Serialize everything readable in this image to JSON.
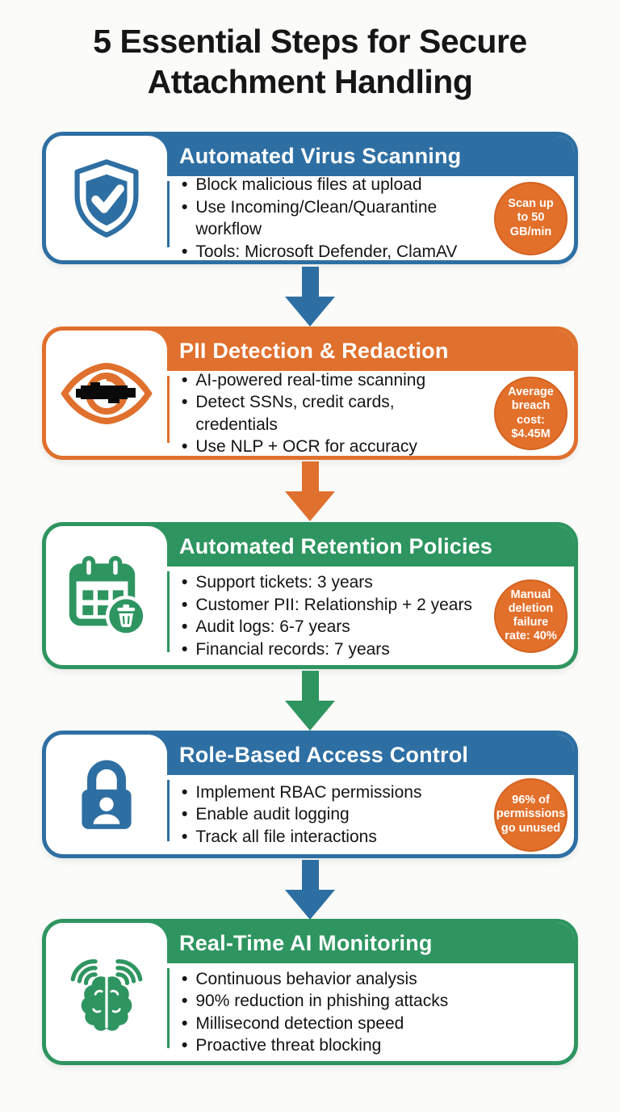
{
  "title": "5 Essential Steps for Secure Attachment Handling",
  "badge_color": "#E2702B",
  "steps": [
    {
      "title": "Automated Virus Scanning",
      "color": "#2E6FA3",
      "icon": "shield-check-icon",
      "bullets": [
        "Block malicious files at upload",
        "Use Incoming/Clean/Quarantine workflow",
        "Tools: Microsoft Defender, ClamAV"
      ],
      "badge": "Scan up to 50 GB/min"
    },
    {
      "title": "PII Detection & Redaction",
      "color": "#E0702D",
      "icon": "redacted-eye-icon",
      "bullets": [
        "AI-powered real-time scanning",
        "Detect SSNs, credit cards, credentials",
        "Use NLP + OCR for accuracy"
      ],
      "badge": "Average breach cost: $4.45M"
    },
    {
      "title": "Automated Retention Policies",
      "color": "#2E9560",
      "icon": "calendar-trash-icon",
      "bullets": [
        "Support tickets: 3 years",
        "Customer PII: Relationship + 2 years",
        "Audit logs: 6-7 years",
        "Financial records: 7 years"
      ],
      "badge": "Manual deletion failure rate: 40%"
    },
    {
      "title": "Role-Based Access Control",
      "color": "#2E6FA3",
      "icon": "lock-user-icon",
      "bullets": [
        "Implement RBAC permissions",
        "Enable audit logging",
        "Track all file interactions"
      ],
      "badge": "96% of permissions go unused"
    },
    {
      "title": "Real-Time AI Monitoring",
      "color": "#2E9560",
      "icon": "brain-waves-icon",
      "bullets": [
        "Continuous behavior analysis",
        "90% reduction in phishing attacks",
        "Millisecond detection speed",
        "Proactive threat blocking"
      ]
    }
  ],
  "arrows": [
    "#2E6FA3",
    "#E0702D",
    "#2E9560",
    "#2E6FA3"
  ]
}
